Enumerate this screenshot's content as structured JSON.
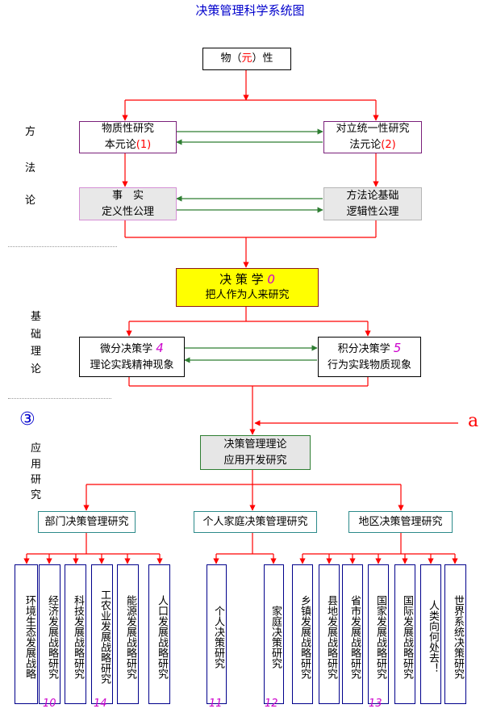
{
  "title": "决策管理科学系统图",
  "side_labels": {
    "method": [
      "方",
      "法",
      "论"
    ],
    "basic": [
      "基",
      "础",
      "理",
      "论"
    ],
    "applied_marker": "③",
    "applied": [
      "应",
      "用",
      "研",
      "究"
    ]
  },
  "top_box": {
    "prefix": "物（",
    "highlight": "元",
    "suffix": "）性"
  },
  "material_box": {
    "line1": "物质性研究",
    "line2": "本元论",
    "tag": "(1)"
  },
  "unity_box": {
    "line1": "对立统一性研究",
    "line2": "法元论",
    "tag": "(2)"
  },
  "fact_box": {
    "line1": "事　实",
    "line2": "定义性公理"
  },
  "method_box": {
    "line1": "方法论基础",
    "line2": "逻辑性公理"
  },
  "decision_box": {
    "line1": "决 策 学",
    "num": "0",
    "line2": "把人作为人来研究"
  },
  "micro_box": {
    "line1": "微分决策学",
    "num": "4",
    "line2": "理论实践精神现象"
  },
  "integral_box": {
    "line1": "积分决策学",
    "num": "5",
    "line2": "行为实践物质现象"
  },
  "input_label": "a",
  "applied_box": {
    "line1": "决策管理理论",
    "line2": "应用开发研究"
  },
  "categories": {
    "dept": "部门决策管理研究",
    "personal": "个人家庭决策管理研究",
    "region": "地区决策管理研究"
  },
  "leaves": [
    "环境生态发展战略",
    "经济发展战略研究",
    "科技发展战略研究",
    "工农业发展战略研究",
    "能源发展战略研究",
    "人口发展战略研究",
    "个人决策研究",
    "家庭决策研究",
    "乡镇发展战略研究",
    "县地发展战略研究",
    "省市发展战略研究",
    "国家发展战略研究",
    "国际发展战略研究",
    "人类向何处去！",
    "世界系统决策研究"
  ],
  "leaf_numbers": [
    "10",
    "14",
    "11",
    "12",
    "13"
  ],
  "colors": {
    "arrow_red": "#ff0000",
    "arrow_green": "#2e7d32",
    "title_blue": "#0000cc",
    "number_magenta": "#cc00cc"
  }
}
